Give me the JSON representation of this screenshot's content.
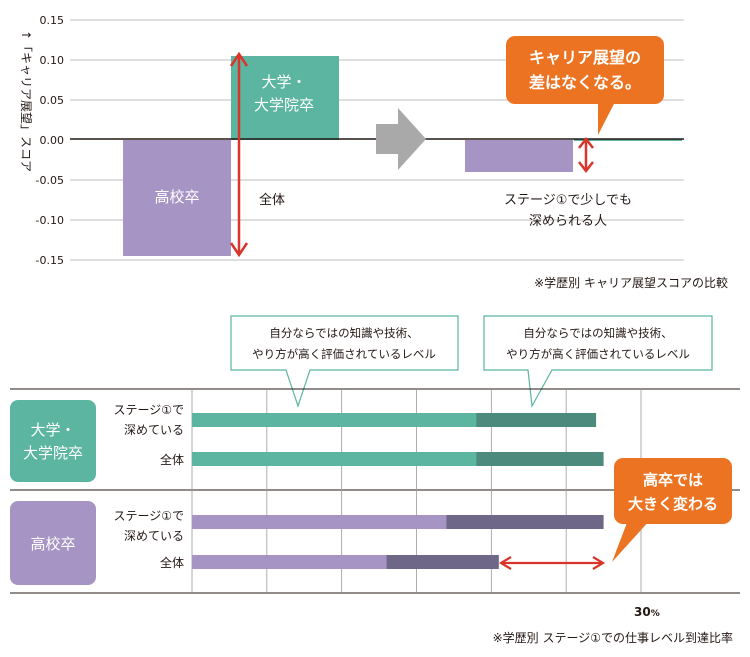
{
  "chart_data": [
    {
      "type": "bar",
      "title": "",
      "ylabel": "↑「キャリア展望」スコア",
      "ylim": [
        -0.15,
        0.15
      ],
      "yticks": [
        "0.15",
        "0.10",
        "0.05",
        "0.00",
        "-0.05",
        "-0.10",
        "-0.15"
      ],
      "ytick_values": [
        0.15,
        0.1,
        0.05,
        0.0,
        -0.05,
        -0.1,
        -0.15
      ],
      "groups": [
        {
          "label": "全体",
          "bars": [
            {
              "name": "高校卒",
              "value": -0.145,
              "color": "#a594c4"
            },
            {
              "name": "大学・大学院卒",
              "value": 0.105,
              "color": "#5cb5a0"
            }
          ]
        },
        {
          "label": "ステージ①で少しでも深められる人",
          "label_lines": [
            "ステージ①で少しでも",
            "深められる人"
          ],
          "bars": [
            {
              "name": "高校卒",
              "value": -0.04,
              "color": "#a594c4"
            },
            {
              "name": "大学・大学院卒",
              "value": 0.0,
              "color": "#5cb5a0"
            }
          ]
        }
      ],
      "bar_labels": {
        "high_school": "高校卒",
        "univ_line1": "大学・",
        "univ_line2": "大学院卒"
      },
      "callout": {
        "line1": "キャリア展望の",
        "line2": "差はなくなる。",
        "color": "#ec7322"
      },
      "caption": "※学歴別 キャリア展望スコアの比較"
    },
    {
      "type": "bar",
      "orientation": "horizontal",
      "stacked": true,
      "xmax_label": "30",
      "xmax_unit": "%",
      "groups": [
        {
          "label_line1": "大学・",
          "label_line2": "大学院卒",
          "color": "#5cb5a0",
          "rows": [
            {
              "label_line1": "ステージ①で",
              "label_line2": "深めている",
              "total": 27.0,
              "inner": 19.0
            },
            {
              "label": "全体",
              "total": 27.5,
              "inner": 19.0
            }
          ]
        },
        {
          "label": "高校卒",
          "color": "#a594c4",
          "rows": [
            {
              "label_line1": "ステージ①で",
              "label_line2": "深めている",
              "total": 27.5,
              "inner": 17.0
            },
            {
              "label": "全体",
              "total": 20.5,
              "inner": 13.0
            }
          ]
        }
      ],
      "series": [
        {
          "name": "自分ならではの知識や技術、やり方が高く評価されているレベル"
        }
      ],
      "bubble_left": {
        "line1": "自分ならではの知識や技術、",
        "line2": "やり方が高く評価されているレベル"
      },
      "bubble_right": {
        "line1": "自分ならではの知識や技術、",
        "line2": "やり方が高く評価されているレベル"
      },
      "callout": {
        "line1": "高卒では",
        "line2": "大きく変わる",
        "color": "#ec7322"
      },
      "caption": "※学歴別 ステージ①での仕事レベル到達比率"
    }
  ],
  "colors": {
    "teal": "#5cb5a0",
    "teal_dark": "#4b8a7c",
    "purple": "#a594c4",
    "purple_dark": "#6e6787",
    "orange": "#ec7322",
    "red": "#d9352a",
    "grey_arrow": "#a9a9a9"
  }
}
